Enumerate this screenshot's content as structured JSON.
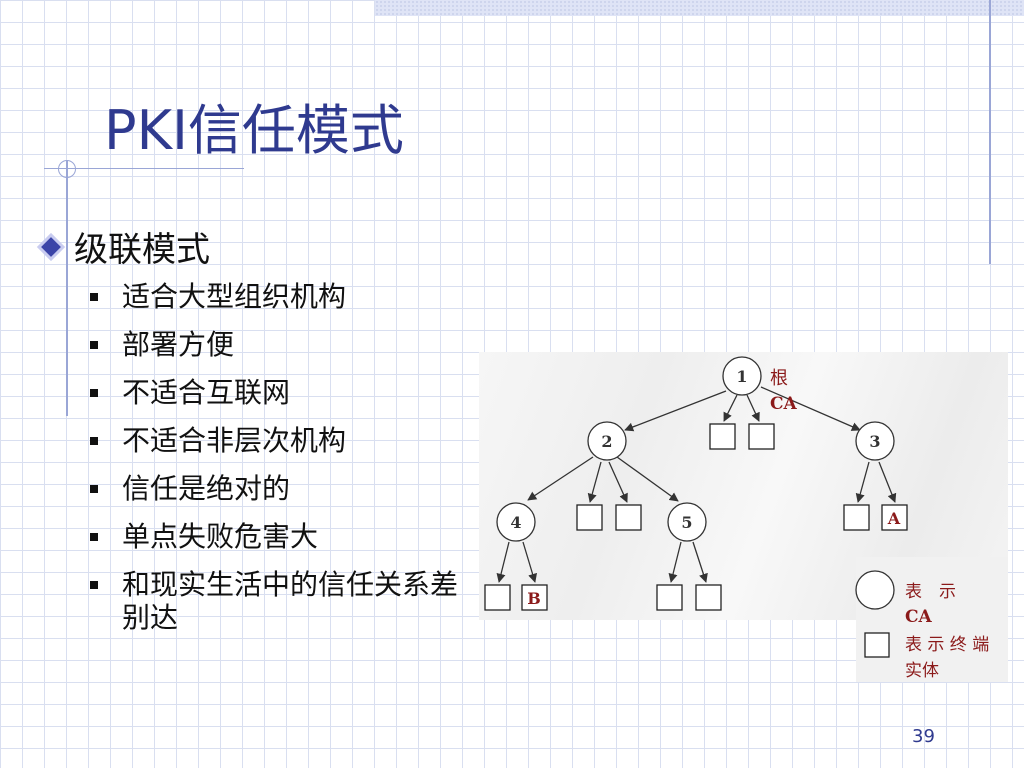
{
  "slide": {
    "title": "PKI信任模式",
    "bullet_main": "级联模式",
    "sub_bullets": [
      "适合大型组织机构",
      "部署方便",
      "不适合互联网",
      "不适合非层次机构",
      "信任是绝对的",
      "单点失败危害大",
      "和现实生活中的信任关系差别达"
    ],
    "page_number": "39"
  },
  "diagram": {
    "nodes": [
      {
        "id": "1",
        "label": "1"
      },
      {
        "id": "2",
        "label": "2"
      },
      {
        "id": "3",
        "label": "3"
      },
      {
        "id": "4",
        "label": "4"
      },
      {
        "id": "5",
        "label": "5"
      }
    ],
    "root_label_line1": "根",
    "root_label_line2": "CA",
    "entity_a": "A",
    "entity_b": "B",
    "legend": {
      "circle_line1": "表　示",
      "circle_line2": "CA",
      "square_line1": "表 示 终 端",
      "square_line2": "实体"
    },
    "colors": {
      "label": "#8b1a1a",
      "line": "#333333",
      "node_fill": "#ffffff"
    }
  }
}
